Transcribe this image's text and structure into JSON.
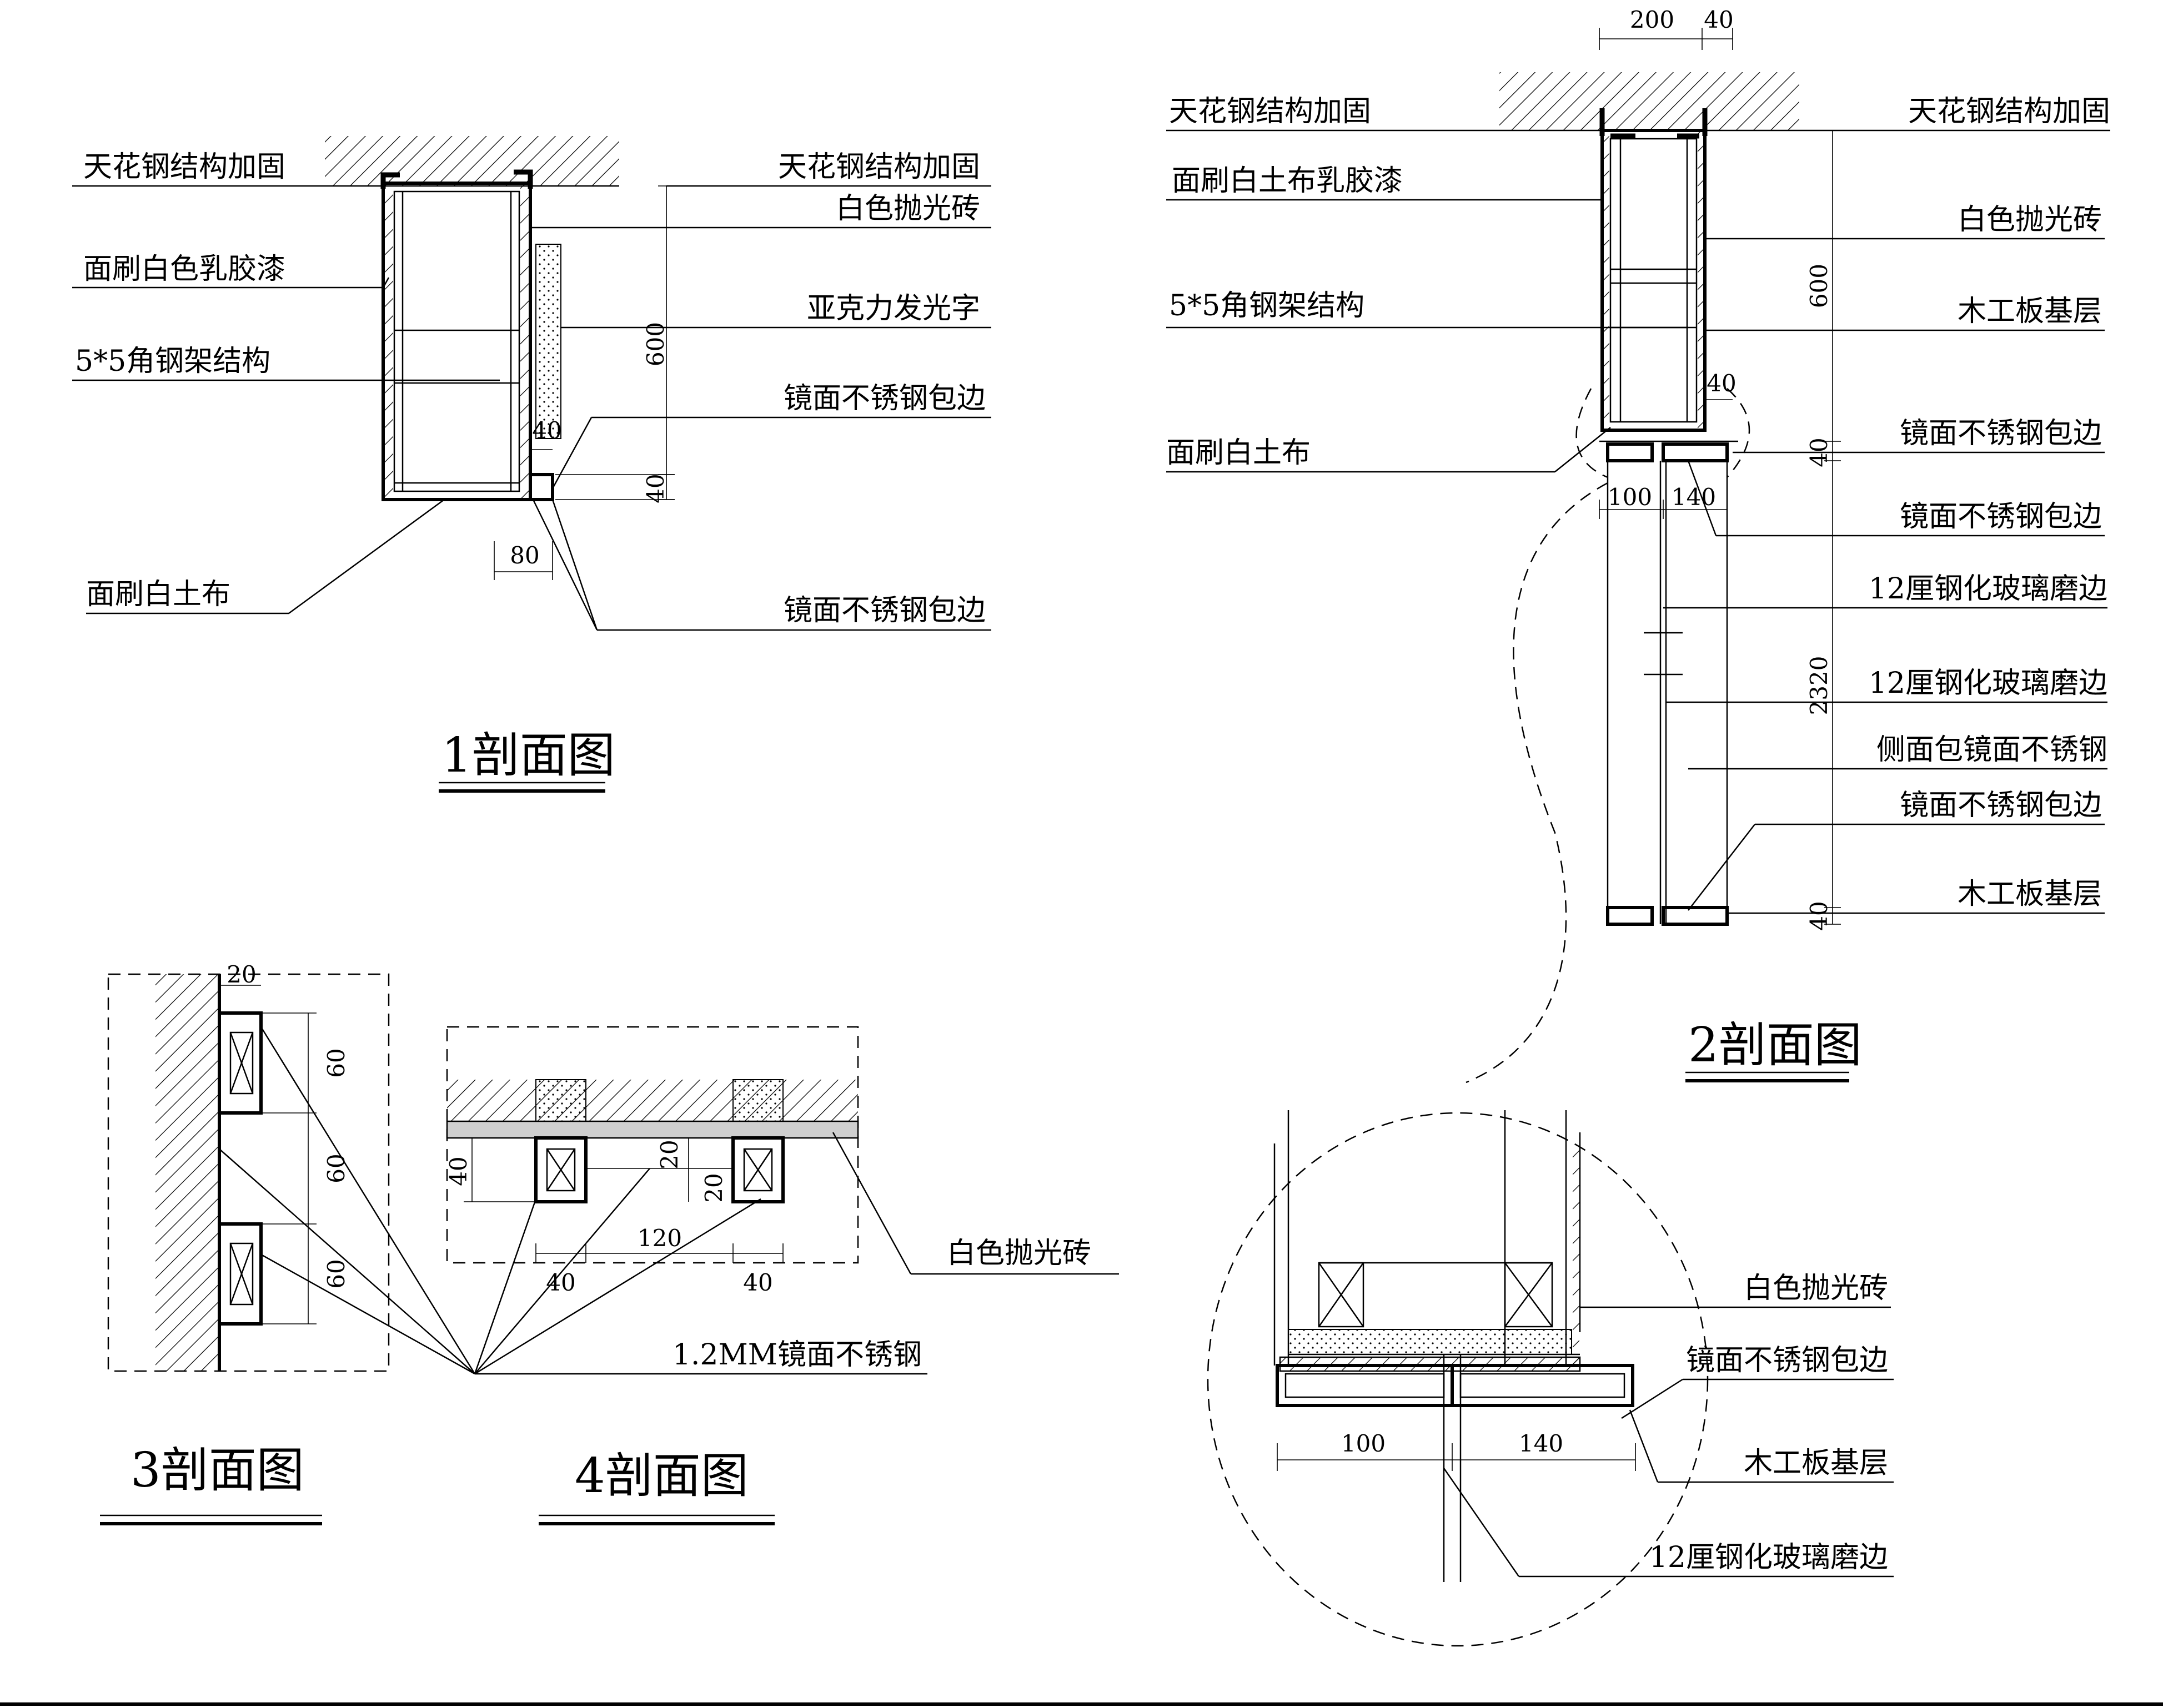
{
  "labels": {
    "ceiling_steel_reinforce": "天花钢结构加固",
    "white_latex_paint": "面刷白色乳胶漆",
    "angle_steel_frame": "5*5角钢架结构",
    "white_cloth": "面刷白土布",
    "white_polished_tile": "白色抛光砖",
    "acrylic_letters": "亚克力发光字",
    "mirror_ss_edge": "镜面不锈钢包边",
    "white_cloth_latex_paint": "面刷白土布乳胶漆",
    "wood_base_layer": "木工板基层",
    "tempered_glass_12": "12厘钢化玻璃磨边",
    "side_mirror_ss": "侧面包镜面不锈钢",
    "mirror_ss_12mm": "1.2MM镜面不锈钢"
  },
  "titles": {
    "section1": "1剖面图",
    "section2": "2剖面图",
    "section3": "3剖面图",
    "section4": "4剖面图"
  },
  "dims": {
    "d600": "600",
    "d40": "40",
    "d80": "80",
    "d200": "200",
    "d100": "100",
    "d140": "140",
    "d2320": "2320",
    "d20": "20",
    "d60": "60",
    "d120": "120"
  }
}
